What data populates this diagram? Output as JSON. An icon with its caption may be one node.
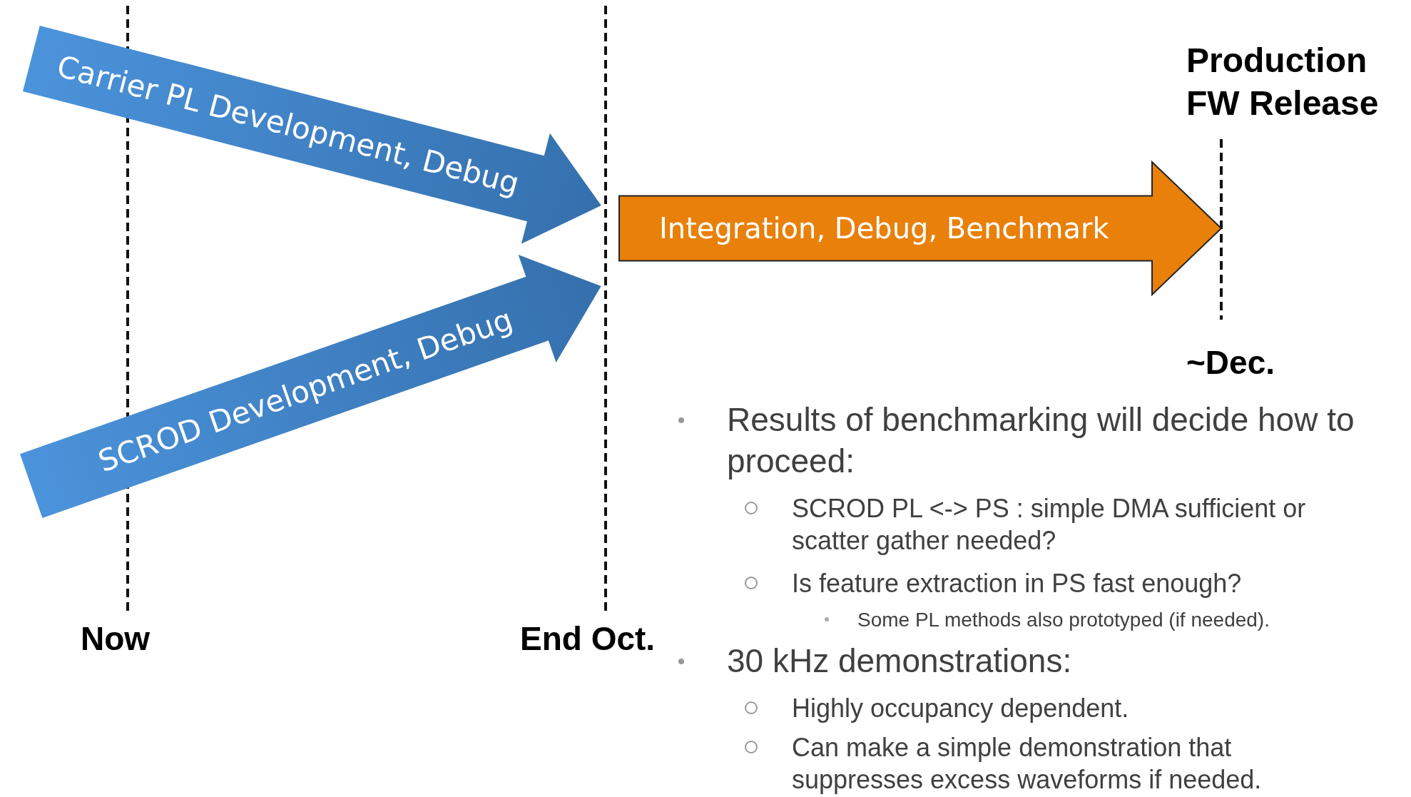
{
  "diagram": {
    "nodes": [
      {
        "text": [
          "Carrier PL Development, Debug"
        ]
      },
      {
        "text": [
          "SCROD Development, Debug"
        ]
      },
      {
        "text": [
          "Integration, Debug, Benchmark"
        ]
      }
    ],
    "labels": [
      "Production FW Release",
      "~Dec.",
      "Results of benchmarking will decide how to proceed:",
      "SCROD PL <-> PS : simple DMA sufficient or scatter gather needed?",
      "Is feature extraction in PS fast enough?",
      "Some PL methods also prototyped (if needed).",
      "Now",
      "End Oct.",
      "30 kHz demonstrations:",
      "Highly occupancy dependent.",
      "Can make a simple demonstration that suppresses excess waveforms if needed."
    ]
  }
}
